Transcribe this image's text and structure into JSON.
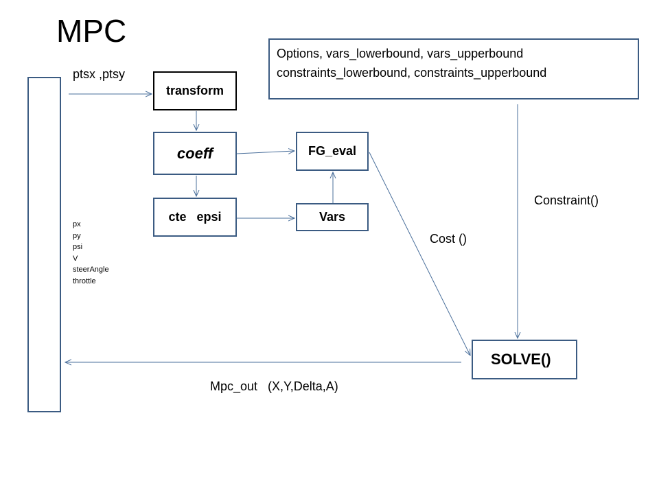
{
  "title": "MPC",
  "nodes": {
    "transform": "transform",
    "coeff": "coeff",
    "cte_epsi": "cte   epsi",
    "fg_eval": "FG_eval",
    "vars": "Vars",
    "solve": "SOLVE()"
  },
  "options_box": {
    "line1": "Options, vars_lowerbound, vars_upperbound",
    "line2": "constraints_lowerbound, constraints_upperbound"
  },
  "edge_labels": {
    "ptsx_ptsy": "ptsx ,ptsy",
    "constraint": "Constraint()",
    "cost": "Cost ()",
    "mpc_out": "Mpc_out   (X,Y,Delta,A)"
  },
  "state_vars": [
    "px",
    "py",
    "psi",
    "V",
    "steerAngle",
    "throttle"
  ],
  "colors": {
    "box_border": "#3b5b82",
    "arrow": "#4a6f9b"
  }
}
